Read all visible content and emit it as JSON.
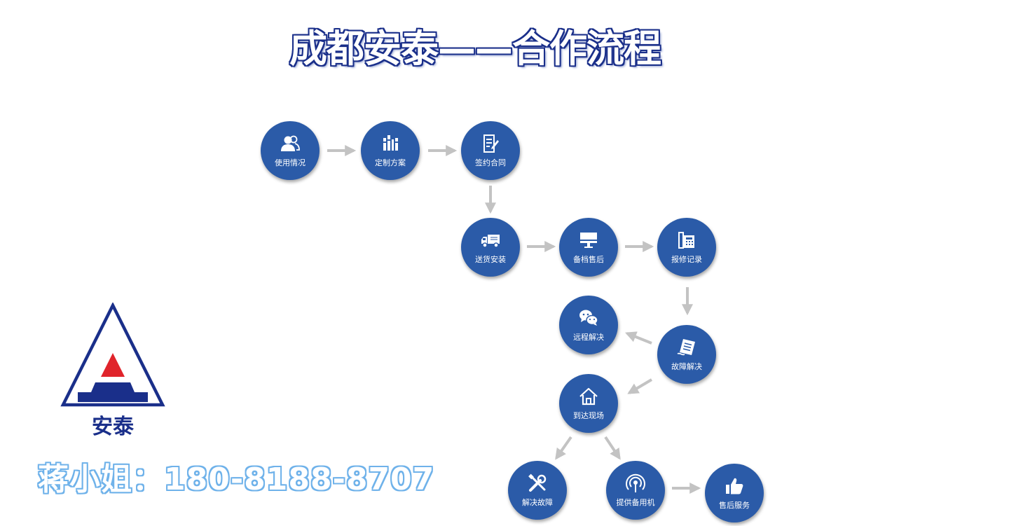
{
  "title": "成都安泰——合作流程",
  "colors": {
    "node": "#2b5ba8",
    "arrow": "#c3c3c3",
    "title_stroke": "#1a2f8a",
    "logo_red": "#e0242b",
    "logo_blue": "#1a2f8a",
    "contact_stroke": "#6fb2ea"
  },
  "steps": [
    {
      "label": "使用情况",
      "icon": "users-icon"
    },
    {
      "label": "定制方案",
      "icon": "books-icon"
    },
    {
      "label": "签约合同",
      "icon": "contract-icon"
    },
    {
      "label": "送货安装",
      "icon": "truck-icon"
    },
    {
      "label": "备档售后",
      "icon": "monitor-icon"
    },
    {
      "label": "报修记录",
      "icon": "phone-icon"
    },
    {
      "label": "远程解决",
      "icon": "wechat-icon"
    },
    {
      "label": "故障解决",
      "icon": "document-icon"
    },
    {
      "label": "到达现场",
      "icon": "home-icon"
    },
    {
      "label": "解决故障",
      "icon": "tools-icon"
    },
    {
      "label": "提供备用机",
      "icon": "signal-icon"
    },
    {
      "label": "售后服务",
      "icon": "thumbs-up-icon"
    }
  ],
  "logo": {
    "text": "安泰"
  },
  "contact": {
    "text": "蒋小姐：180-8188-8707"
  }
}
